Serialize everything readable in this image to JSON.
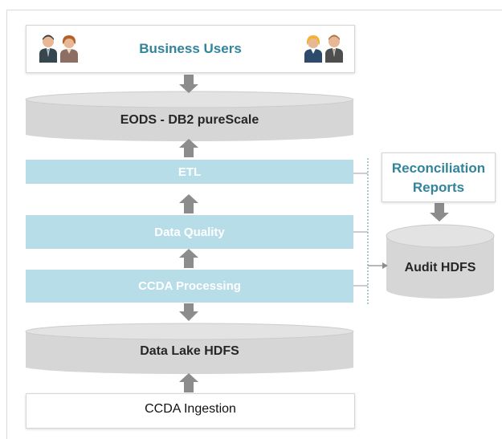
{
  "top_box": {
    "title": "Business Users"
  },
  "users": {
    "left": [
      "user-icon",
      "user-icon"
    ],
    "right": [
      "user-icon",
      "user-icon"
    ]
  },
  "eods": {
    "label": "EODS - DB2 pureScale"
  },
  "bands": {
    "etl": "ETL",
    "data_quality": "Data Quality",
    "ccda_processing": "CCDA Processing"
  },
  "data_lake": {
    "label": "Data Lake HDFS"
  },
  "ingestion": {
    "label": "CCDA Ingestion"
  },
  "reconciliation": {
    "label_line1": "Reconciliation",
    "label_line2": "Reports"
  },
  "audit": {
    "label": "Audit HDFS"
  },
  "colors": {
    "band": "#b7dde8",
    "cylinder": "#d9d9d9",
    "arrow": "#8c8c8c",
    "teal": "#31849b"
  }
}
